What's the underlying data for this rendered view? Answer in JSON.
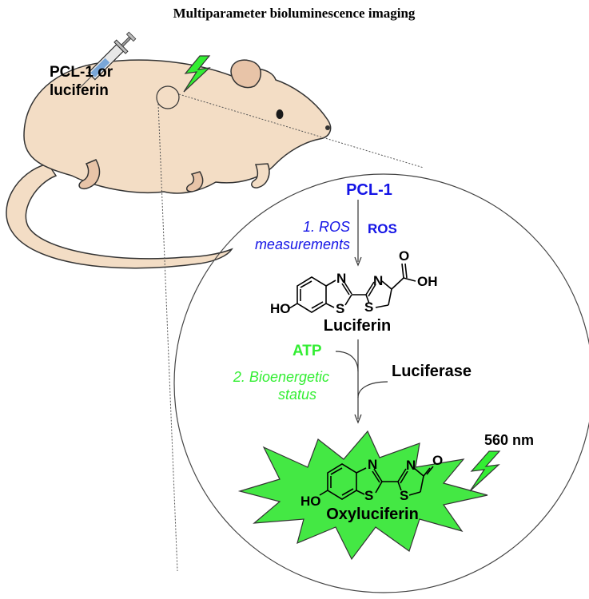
{
  "title": "Multiparameter bioluminescence imaging",
  "injection_label": [
    "PCL-1 or",
    "luciferin"
  ],
  "probe": "PCL-1",
  "step1": {
    "label": [
      "1. ROS",
      "measurements"
    ],
    "reagent": "ROS"
  },
  "luciferin": {
    "name": "Luciferin",
    "atoms": {
      "N1": "N",
      "S1": "S",
      "N2": "N",
      "S2": "S",
      "O": "O",
      "OH": "OH",
      "HO": "HO"
    }
  },
  "step2": {
    "label": [
      "2. Bioenergetic",
      "status"
    ],
    "cofactor": "ATP",
    "enzyme": "Luciferase"
  },
  "emission": "560 nm",
  "oxyluciferin": {
    "name": "Oxyluciferin",
    "atoms": {
      "N1": "N",
      "S1": "S",
      "N2": "N",
      "S2": "S",
      "O": "O",
      "HO": "HO"
    }
  },
  "colors": {
    "blue": "#1414e6",
    "green": "#33ee33",
    "mouse": "#f3ddc5",
    "mouse_dark": "#e8c4a8",
    "star": "#44e844",
    "black": "#000000"
  }
}
